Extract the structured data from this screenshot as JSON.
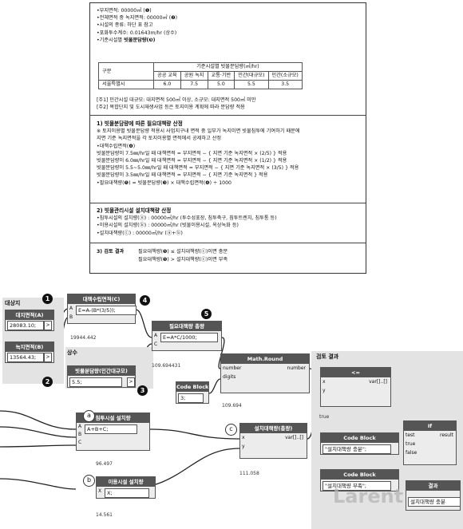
{
  "doc": {
    "lines": [
      "•부지면적: 00000㎡ (❶)",
      "•전체면적 중 녹지면적: 00000㎡ (❷)",
      "•시설의 종류: 하단 표 참고",
      "•포화투수계수: 0.01643m/hr (상수)"
    ],
    "standard_label": "•기준시설별 ",
    "standard_bold": "빗물분담량(❸)",
    "table": {
      "h_gu": "구분",
      "h_main": "기준시설별 빗물분담량(㎥/hr)",
      "row_label": "서울특별시",
      "cols": [
        "공공 교육",
        "공원 녹지",
        "교통·기반",
        "민간(대규모)",
        "민간(소규모)"
      ],
      "vals": [
        "6.0",
        "7.5",
        "5.0",
        "5.5",
        "3.5"
      ]
    },
    "notes": [
      "[주1] 민간시설 대규모: 대지면적 500㎡ 이상, 소규모: 대지면적 500㎡ 미만",
      "[주2] 복합단지 및 도시재생사업 등은 토지이용 계획에 따라 분담량 적용"
    ],
    "s1_title": "1) 빗물분담량에 따른 필요대책량 산정",
    "s1_lines": [
      "※ 토지이용별 빗물분담량 적용시 사업지구내 면적 중 일부가 녹지이면 빗물침투에 기여하기 때문에",
      "   지면 기준 녹지면적을 각 토지이용별 면적에서 공제하고 산정",
      "•대책수립면적(❹)",
      "  빗물분담량이 7.5㎜/hr일 때 대책면적 = 부지면적 − { 지면 기준 녹지면적 × (2/5) } 적용",
      "  빗물분담량이 6.0㎜/hr일 때 대책면적 = 부지면적 − { 지면 기준 녹지면적 × (1/2) } 적용",
      "  빗물분담량이 5.5~5.0㎜/hr일 때 대책면적 = 부지면적 − { 지면 기준 녹지면적 × (3/5) } 적용",
      "  빗물분담량이 3.5㎜/hr일 때 대책면적 = 부지면적 − { 지면 기준 녹지면적 } 적용",
      "•필요대책량(❺) = 빗물분담량(❸) × 대책수립면적(❹) ÷ 1000"
    ],
    "s2_title": "2) 빗물관리시설 설치대책량 산정",
    "s2_lines": [
      "•침투시설의 설치량(ⓐ) : 00000㎥/hr (투수성포장, 침투축구, 침투트렌치, 침투통 등)",
      "•이용시설의 설치량(ⓑ) : 00000㎥/hr (빗물이용시설, 옥상녹화 등)",
      "•설치대책량(ⓒ) : 00000㎥/hr (ⓐ+ⓑ)"
    ],
    "s3_title": "3) 검토 결과",
    "s3_lines": [
      "필요대책량(❺) ≤ 설치대책량(ⓒ)이면 충분",
      "필요대책량(❺) > 설치대책량(ⓒ)이면 부족"
    ]
  },
  "graph": {
    "groups": {
      "site": "대상지",
      "const": "상수",
      "review": "검토 결과"
    },
    "badges": {
      "n1": "1",
      "n2": "2",
      "n3": "3",
      "n4": "4",
      "n5": "5",
      "a": "a",
      "b": "b",
      "c": "c"
    },
    "nodes": {
      "site_area": {
        "title": "대지면적(A)",
        "value": "28083.10;"
      },
      "green_area": {
        "title": "녹지면적(B)",
        "value": "13564.43;"
      },
      "plan_area": {
        "title": "대책수립면적(C)",
        "code": "E=A-(B*(3/5));",
        "port_a": "A",
        "port_b": "B",
        "output": "19944.442"
      },
      "share": {
        "title": "빗물분담량(민간대규모)",
        "value": "5.5;"
      },
      "required": {
        "title": "필요대책량 총량",
        "code": "E=A*C/1000;",
        "port_a": "A",
        "port_c": "C",
        "output": "109.694431"
      },
      "round": {
        "title": "Math.Round",
        "in1": "number",
        "in2": "digits",
        "out": "number",
        "output": "109.694"
      },
      "codeblock_digits": {
        "title": "Code Block",
        "value": "3;"
      },
      "infiltration": {
        "title": "침투시설 설치량",
        "code": "A+B+C;",
        "port_a": "A",
        "port_b": "B",
        "port_c": "C",
        "output": "96.497"
      },
      "utilization": {
        "title": "이용시설 설치량",
        "code": "X;",
        "port_x": "X",
        "output": "14.561"
      },
      "installed": {
        "title": "설치대책량(총량)",
        "in1": "x",
        "in2": "y",
        "out": "var[]..[]",
        "output": "111.058"
      },
      "compare": {
        "title": "<=",
        "in1": "x",
        "in2": "y",
        "out": "var[]..[]",
        "output": "true"
      },
      "cb_ok": {
        "title": "Code Block",
        "value": "\"설치대책량 충분\";"
      },
      "cb_lack": {
        "title": "Code Block",
        "value": "\"설치대책량 부족\";"
      },
      "if": {
        "title": "If",
        "in1": "test",
        "in2": "true",
        "in3": "false",
        "out": "result"
      },
      "result": {
        "title": "결과",
        "value": "설치대책량 충분"
      }
    },
    "watermark": "Larent"
  }
}
